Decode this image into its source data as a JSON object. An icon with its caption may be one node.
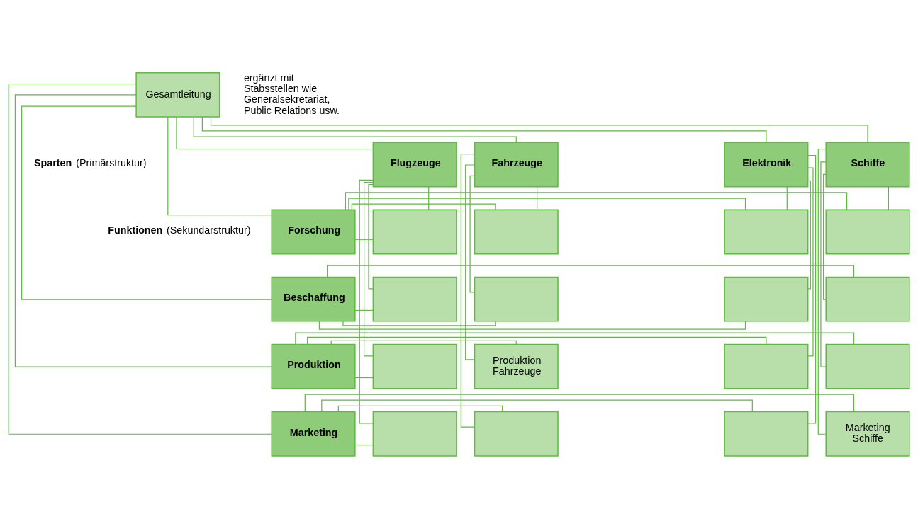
{
  "diagram": {
    "nodes": [
      {
        "text": [
          "Gesamtleitung"
        ],
        "beside": [
          "ergänzt mit Stabsstellen wie Generalsekretariat, Public Relations usw."
        ]
      },
      {
        "text": [
          "Flugzeuge"
        ]
      },
      {
        "text": [
          "Fahrzeuge"
        ]
      },
      {
        "text": [
          "Elektronik"
        ]
      },
      {
        "text": [
          "Schiffe"
        ]
      },
      {
        "text": [
          "Forschung"
        ]
      },
      {
        "text": [],
        "shape": "box"
      },
      {
        "text": [],
        "shape": "box"
      },
      {
        "text": [],
        "shape": "box"
      },
      {
        "text": [],
        "shape": "box"
      },
      {
        "text": [
          "Beschaffung"
        ]
      },
      {
        "text": [],
        "shape": "box"
      },
      {
        "text": [],
        "shape": "box"
      },
      {
        "text": [],
        "shape": "box"
      },
      {
        "text": [],
        "shape": "box"
      },
      {
        "text": [
          "Produktion"
        ]
      },
      {
        "text": [],
        "shape": "box"
      },
      {
        "text": [
          "Produktion Fahrzeuge"
        ]
      },
      {
        "text": [],
        "shape": "box"
      },
      {
        "text": [],
        "shape": "box"
      },
      {
        "text": [
          "Marketing"
        ]
      },
      {
        "text": [],
        "shape": "box"
      },
      {
        "text": [],
        "shape": "box"
      },
      {
        "text": [],
        "shape": "box"
      },
      {
        "text": [
          "Marketing Schiffe"
        ]
      }
    ],
    "edges": [
      {
        "from": 0,
        "to": 1,
        "arrow": "none"
      },
      {
        "from": 0,
        "to": 2,
        "arrow": "none"
      },
      {
        "from": 0,
        "to": 3,
        "arrow": "none"
      },
      {
        "from": 0,
        "to": 4,
        "arrow": "none"
      },
      {
        "from": 0,
        "to": 5,
        "arrow": "none"
      },
      {
        "from": 0,
        "to": 10,
        "arrow": "none"
      },
      {
        "from": 0,
        "to": 15,
        "arrow": "none"
      },
      {
        "from": 0,
        "to": 20,
        "arrow": "none"
      },
      {
        "from": 1,
        "to": 6,
        "arrow": "none"
      },
      {
        "from": 1,
        "to": 11,
        "arrow": "none"
      },
      {
        "from": 1,
        "to": 16,
        "arrow": "none"
      },
      {
        "from": 1,
        "to": 21,
        "arrow": "none"
      },
      {
        "from": 2,
        "to": 7,
        "arrow": "none"
      },
      {
        "from": 2,
        "to": 12,
        "arrow": "none"
      },
      {
        "from": 2,
        "to": 17,
        "arrow": "none"
      },
      {
        "from": 2,
        "to": 22,
        "arrow": "none"
      },
      {
        "from": 3,
        "to": 8,
        "arrow": "none"
      },
      {
        "from": 3,
        "to": 13,
        "arrow": "none"
      },
      {
        "from": 3,
        "to": 18,
        "arrow": "none"
      },
      {
        "from": 3,
        "to": 23,
        "arrow": "none"
      },
      {
        "from": 4,
        "to": 9,
        "arrow": "none"
      },
      {
        "from": 4,
        "to": 14,
        "arrow": "none"
      },
      {
        "from": 4,
        "to": 19,
        "arrow": "none"
      },
      {
        "from": 4,
        "to": 24,
        "arrow": "none"
      },
      {
        "from": 5,
        "to": 6,
        "arrow": "none"
      },
      {
        "from": 5,
        "to": 7,
        "arrow": "none"
      },
      {
        "from": 5,
        "to": 8,
        "arrow": "none"
      },
      {
        "from": 5,
        "to": 9,
        "arrow": "none"
      },
      {
        "from": 10,
        "to": 11,
        "arrow": "none"
      },
      {
        "from": 10,
        "to": 12,
        "arrow": "none"
      },
      {
        "from": 10,
        "to": 13,
        "arrow": "none"
      },
      {
        "from": 10,
        "to": 14,
        "arrow": "none"
      },
      {
        "from": 15,
        "to": 16,
        "arrow": "none"
      },
      {
        "from": 15,
        "to": 17,
        "arrow": "none"
      },
      {
        "from": 15,
        "to": 18,
        "arrow": "none"
      },
      {
        "from": 15,
        "to": 19,
        "arrow": "none"
      },
      {
        "from": 20,
        "to": 21,
        "arrow": "none"
      },
      {
        "from": 20,
        "to": 22,
        "arrow": "none"
      },
      {
        "from": 20,
        "to": 23,
        "arrow": "none"
      },
      {
        "from": 20,
        "to": 24,
        "arrow": "none"
      }
    ],
    "labels": [
      "**Sparten** (Primärstruktur)",
      "**Funktionen** (Sekundärstruktur)"
    ]
  }
}
